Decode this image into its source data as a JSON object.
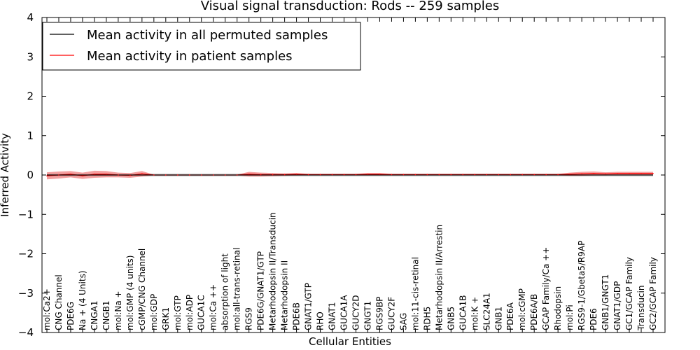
{
  "chart_data": {
    "type": "line",
    "title": "Visual signal transduction: Rods -- 259 samples",
    "xlabel": "Cellular Entities",
    "ylabel": "Inferred Activity",
    "ylim": [
      -4,
      4
    ],
    "yticks": [
      -4,
      -3,
      -2,
      -1,
      0,
      1,
      2,
      3,
      4
    ],
    "ytick_labels": [
      "−4",
      "−3",
      "−2",
      "−1",
      "0",
      "1",
      "2",
      "3",
      "4"
    ],
    "grid": false,
    "legend_position": "top-left",
    "categories": [
      "mol:Ca2+",
      "CNG Channel",
      "PDE6G",
      "Na + (4 Units)",
      "CNGA1",
      "CNGB1",
      "mol:Na +",
      "mol:GMP (4 units)",
      "cGMP/CNG Channel",
      "mol:GDP",
      "GRK1",
      "mol:GTP",
      "mol:ADP",
      "GUCA1C",
      "mol:Ca ++",
      "absorption of light",
      "mol:all-trans-retinal",
      "RGS9",
      "PDE6G/GNAT1/GTP",
      "Metarhodopsin II/Transducin",
      "Metarhodopsin II",
      "PDE6B",
      "GNAT1/GTP",
      "RHO",
      "GNAT1",
      "GUCA1A",
      "GUCY2D",
      "GNGT1",
      "RGS9BP",
      "GUCY2F",
      "SAG",
      "mol:11-cis-retinal",
      "RDH5",
      "Metarhodopsin II/Arrestin",
      "GNB5",
      "GUCA1B",
      "mol:K +",
      "SLC24A1",
      "GNB1",
      "PDE6A",
      "mol:cGMP",
      "PDE6A/B",
      "GCAP Family/Ca ++",
      "Rhodopsin",
      "mol:Pi",
      "RGS9-1/Gbeta5/R9AP",
      "PDE6",
      "GNB1/GNGT1",
      "GNAT1/GDP",
      "GC1/GCAP Family",
      "Transducin",
      "GC2/GCAP Family"
    ],
    "series": [
      {
        "name": "Mean activity in all permuted samples",
        "color": "#000000",
        "values": [
          0,
          0,
          0,
          0,
          0,
          0,
          0,
          0,
          0,
          0,
          0,
          0,
          0,
          0,
          0,
          0,
          0,
          0,
          0,
          0,
          0,
          0,
          0,
          0,
          0,
          0,
          0,
          0,
          0,
          0,
          0,
          0,
          0,
          0,
          0,
          0,
          0,
          0,
          0,
          0,
          0,
          0,
          0,
          0,
          0,
          0,
          0,
          0,
          0,
          0,
          0,
          0
        ]
      },
      {
        "name": "Mean activity in patient samples",
        "color": "#ff0000",
        "band_color": "#f08080",
        "values": [
          -0.02,
          0.0,
          0.02,
          -0.02,
          0.02,
          0.02,
          0.0,
          -0.01,
          0.03,
          0.0,
          0.0,
          0.0,
          0.0,
          0.0,
          0.0,
          0.0,
          0.0,
          0.02,
          0.01,
          0.01,
          0.01,
          0.02,
          0.01,
          0.01,
          0.01,
          0.01,
          0.01,
          0.02,
          0.02,
          0.01,
          0.01,
          0.01,
          0.01,
          0.01,
          0.01,
          0.01,
          0.01,
          0.01,
          0.01,
          0.01,
          0.01,
          0.01,
          0.01,
          0.01,
          0.02,
          0.03,
          0.04,
          0.03,
          0.04,
          0.04,
          0.04,
          0.04
        ],
        "band": [
          0.09,
          0.09,
          0.08,
          0.08,
          0.09,
          0.08,
          0.06,
          0.06,
          0.07,
          0.01,
          0.01,
          0.01,
          0.01,
          0.01,
          0.01,
          0.01,
          0.01,
          0.06,
          0.05,
          0.04,
          0.03,
          0.03,
          0.02,
          0.02,
          0.02,
          0.02,
          0.02,
          0.03,
          0.03,
          0.02,
          0.02,
          0.02,
          0.02,
          0.02,
          0.02,
          0.02,
          0.02,
          0.02,
          0.02,
          0.02,
          0.02,
          0.02,
          0.02,
          0.02,
          0.04,
          0.05,
          0.05,
          0.04,
          0.04,
          0.04,
          0.04,
          0.04
        ]
      }
    ],
    "permuted_band": 0.04
  }
}
